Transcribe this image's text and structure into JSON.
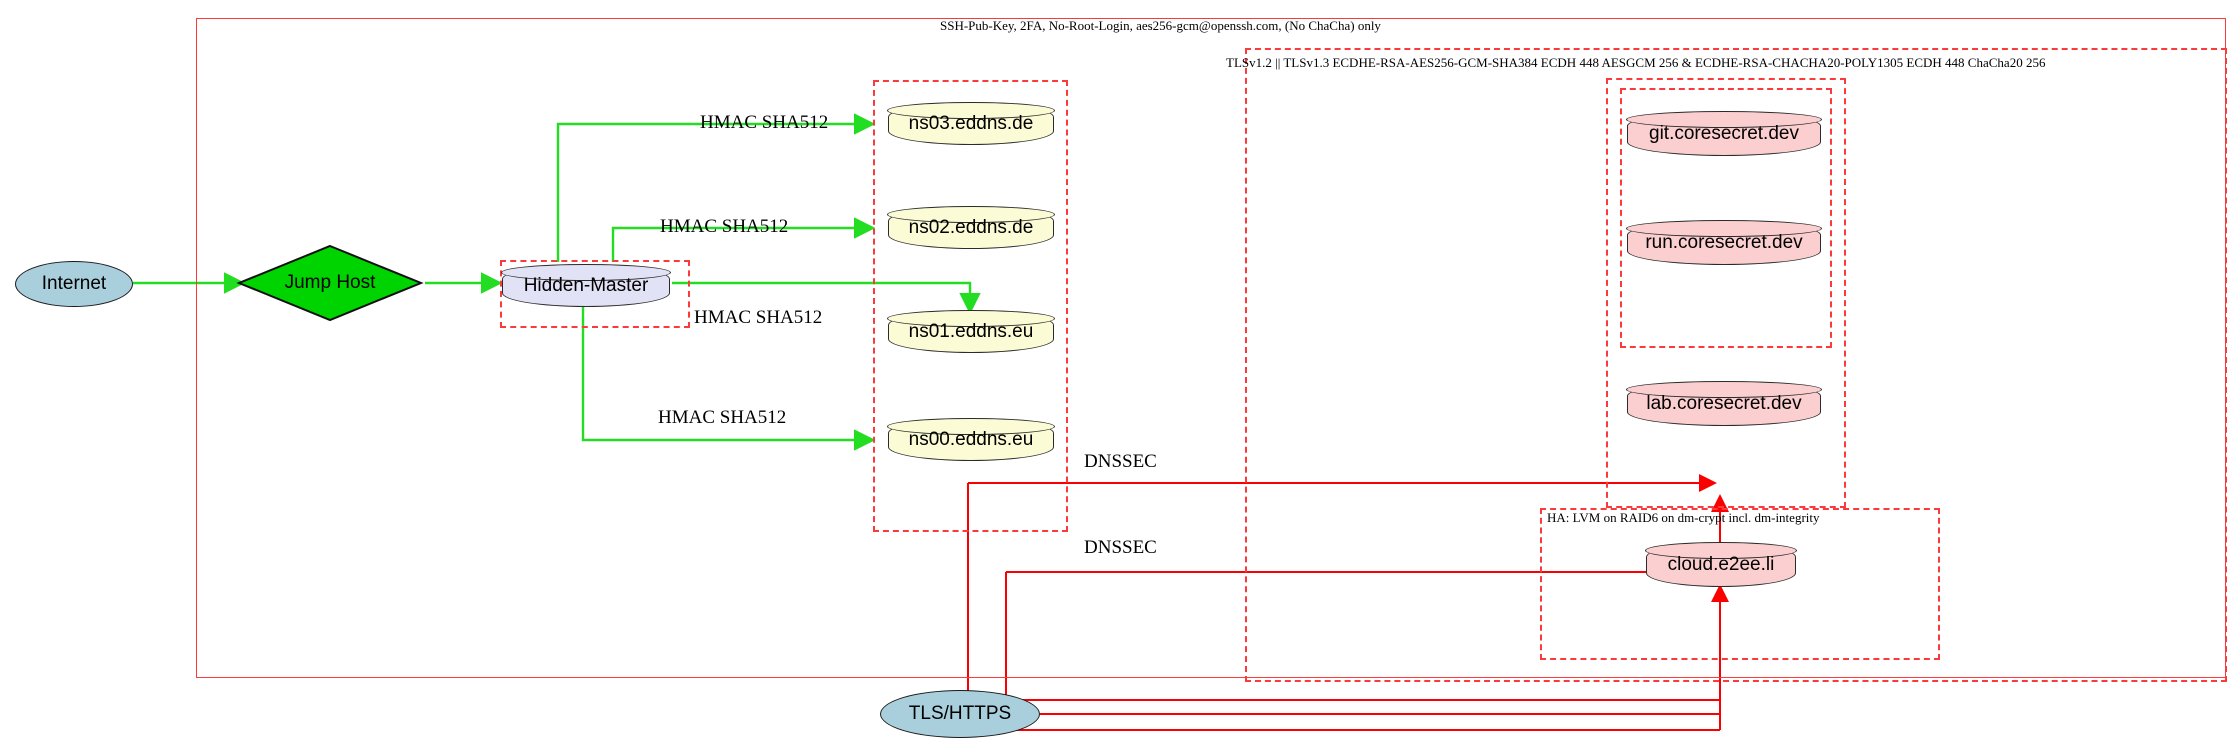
{
  "diagram": {
    "type": "network-architecture",
    "title_labels": {
      "ssh_policy": "SSH-Pub-Key, 2FA, No-Root-Login, aes256-gcm@openssh.com, (No ChaCha) only",
      "tls_policy": "TLSv1.2 || TLSv1.3 ECDHE-RSA-AES256-GCM-SHA384 ECDH 448 AESGCM 256 & ECDHE-RSA-CHACHA20-POLY1305 ECDH 448 ChaCha20 256",
      "ha_policy": "HA: LVM on RAID6 on dm-crypt incl. dm-integrity"
    },
    "nodes": {
      "internet": "Internet",
      "jump_host": "Jump Host",
      "hidden_master": "Hidden-Master",
      "ns03": "ns03.eddns.de",
      "ns02": "ns02.eddns.de",
      "ns01": "ns01.eddns.eu",
      "ns00": "ns00.eddns.eu",
      "git": "git.coresecret.dev",
      "run": "run.coresecret.dev",
      "lab": "lab.coresecret.dev",
      "cloud": "cloud.e2ee.li",
      "tls_https": "TLS/HTTPS"
    },
    "edge_labels": {
      "hmac_ns03": "HMAC SHA512",
      "hmac_ns02": "HMAC SHA512",
      "hmac_ns01": "HMAC SHA512",
      "hmac_ns00": "HMAC SHA512",
      "dnssec_upper": "DNSSEC",
      "dnssec_lower": "DNSSEC"
    },
    "colors": {
      "edge_green": "#22dd22",
      "edge_red": "#fb0000",
      "cluster_red": "#fb3b3b",
      "node_yellow": "#fbfbd5",
      "node_blue": "#e2e2f6",
      "node_pink": "#fbcfcf",
      "node_cyan": "#a9cfdd",
      "node_green": "#00d400",
      "stroke": "#2b2b2b"
    }
  }
}
